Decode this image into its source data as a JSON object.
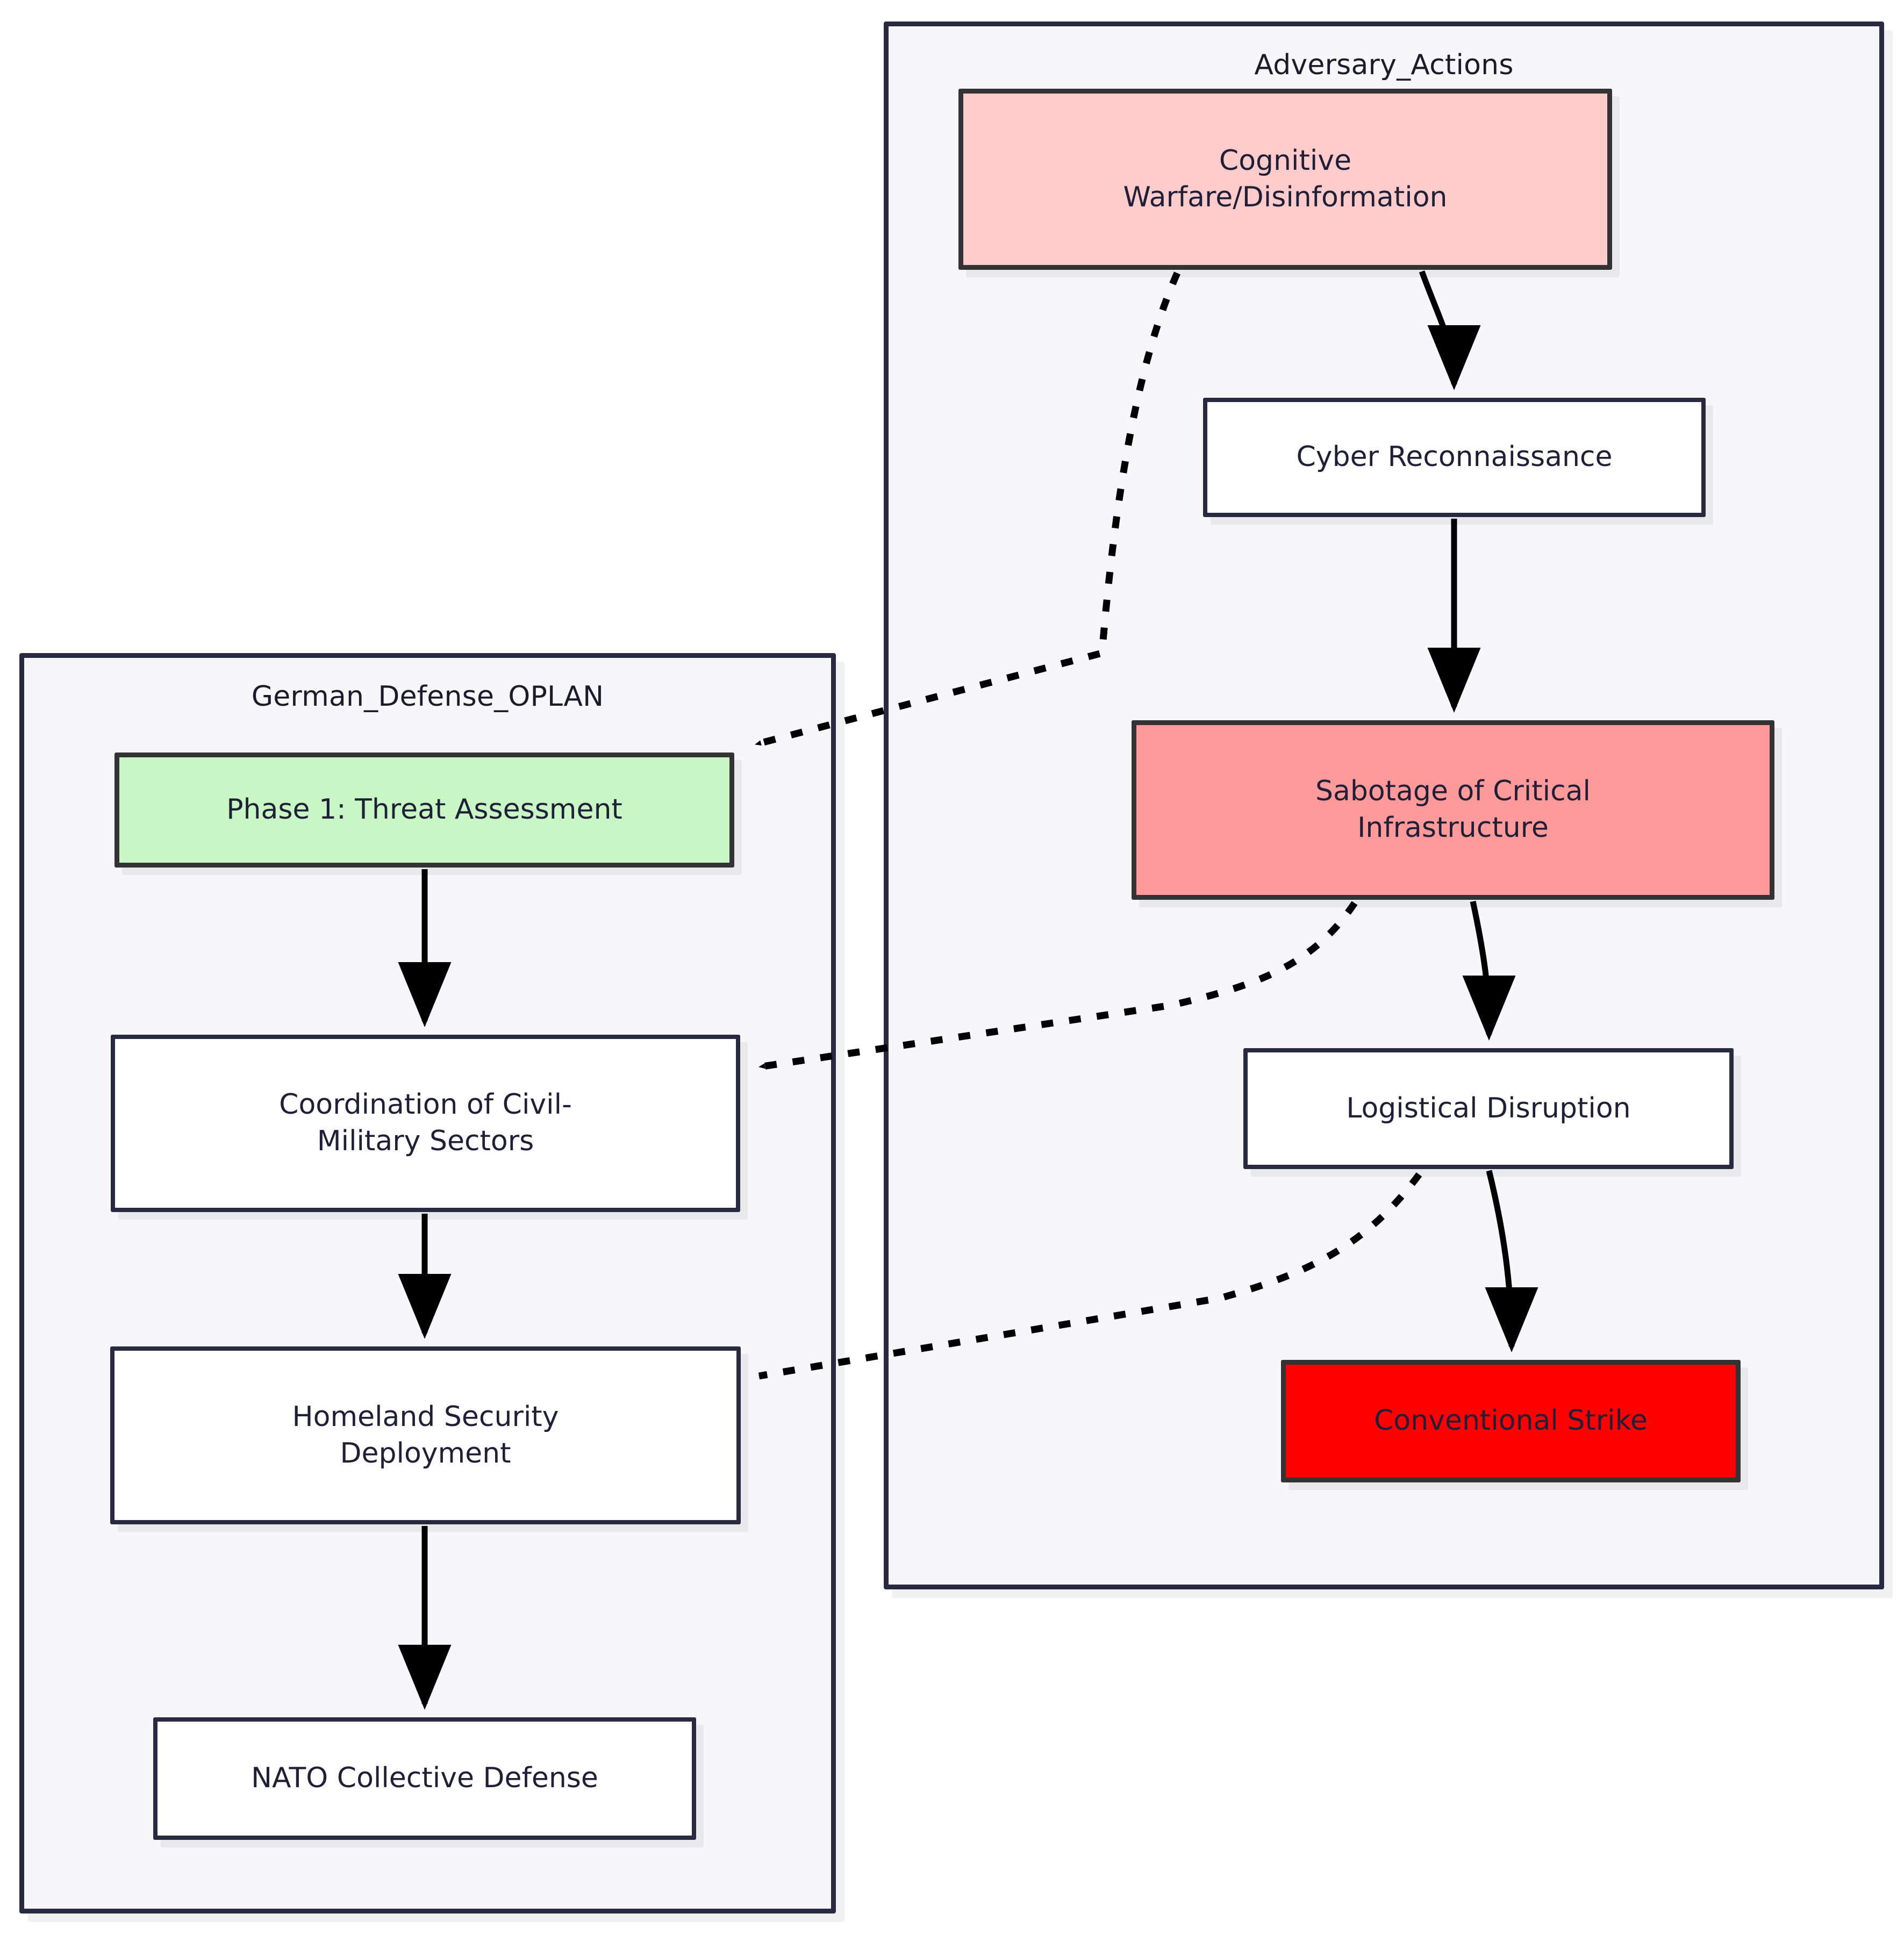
{
  "diagram": {
    "type": "flowchart",
    "orientation": "top-down",
    "clusters": [
      {
        "id": "adversary_actions",
        "title": "Adversary_Actions"
      },
      {
        "id": "german_defense_oplan",
        "title": "German_Defense_OPLAN"
      }
    ],
    "nodes": [
      {
        "id": "cognitive",
        "label": "Cognitive\nWarfare/Disinformation",
        "line1": "Cognitive",
        "line2": "Warfare/Disinformation",
        "cluster": "adversary_actions",
        "fill": "#ffcccb",
        "stroke": "#333333",
        "text": "#1f2037"
      },
      {
        "id": "cyber_recon",
        "label": "Cyber Reconnaissance",
        "line1": "Cyber Reconnaissance",
        "line2": "",
        "cluster": "adversary_actions",
        "fill": "#ffffff",
        "stroke": "#282a42",
        "text": "#1f2037"
      },
      {
        "id": "sabotage",
        "label": "Sabotage of Critical\nInfrastructure",
        "line1": "Sabotage of Critical",
        "line2": "Infrastructure",
        "cluster": "adversary_actions",
        "fill": "#ff9a9a",
        "stroke": "#333333",
        "text": "#1f2037"
      },
      {
        "id": "logistical",
        "label": "Logistical Disruption",
        "line1": "Logistical Disruption",
        "line2": "",
        "cluster": "adversary_actions",
        "fill": "#ffffff",
        "stroke": "#282a42",
        "text": "#1f2037"
      },
      {
        "id": "conventional",
        "label": "Conventional Strike",
        "line1": "Conventional Strike",
        "line2": "",
        "cluster": "adversary_actions",
        "fill": "#ff0000",
        "stroke": "#333333",
        "text": "#1f2037"
      },
      {
        "id": "phase1",
        "label": "Phase 1: Threat Assessment",
        "line1": "Phase 1: Threat Assessment",
        "line2": "",
        "cluster": "german_defense_oplan",
        "fill": "#c8f7c5",
        "stroke": "#333333",
        "text": "#1f2037"
      },
      {
        "id": "coordination",
        "label": "Coordination of Civil-\nMilitary Sectors",
        "line1": "Coordination of Civil-",
        "line2": "Military Sectors",
        "cluster": "german_defense_oplan",
        "fill": "#ffffff",
        "stroke": "#282a42",
        "text": "#1f2037"
      },
      {
        "id": "homeland",
        "label": "Homeland Security\nDeployment",
        "line1": "Homeland Security",
        "line2": "Deployment",
        "cluster": "german_defense_oplan",
        "fill": "#ffffff",
        "stroke": "#282a42",
        "text": "#1f2037"
      },
      {
        "id": "nato",
        "label": "NATO Collective Defense",
        "line1": "NATO Collective Defense",
        "line2": "",
        "cluster": "german_defense_oplan",
        "fill": "#ffffff",
        "stroke": "#282a42",
        "text": "#1f2037"
      }
    ],
    "edges": [
      {
        "from": "cognitive",
        "to": "cyber_recon",
        "style": "solid"
      },
      {
        "from": "cyber_recon",
        "to": "sabotage",
        "style": "solid"
      },
      {
        "from": "sabotage",
        "to": "logistical",
        "style": "solid"
      },
      {
        "from": "logistical",
        "to": "conventional",
        "style": "solid"
      },
      {
        "from": "phase1",
        "to": "coordination",
        "style": "solid"
      },
      {
        "from": "coordination",
        "to": "homeland",
        "style": "solid"
      },
      {
        "from": "homeland",
        "to": "nato",
        "style": "solid"
      },
      {
        "from": "cognitive",
        "to": "phase1",
        "style": "dotted"
      },
      {
        "from": "sabotage",
        "to": "coordination",
        "style": "dotted"
      },
      {
        "from": "logistical",
        "to": "homeland",
        "style": "dotted"
      }
    ],
    "colors": {
      "cluster_fill": "#f7f7fa",
      "cluster_stroke": "#282a42",
      "edge": "#000000",
      "page_background": "#ffffff"
    }
  }
}
